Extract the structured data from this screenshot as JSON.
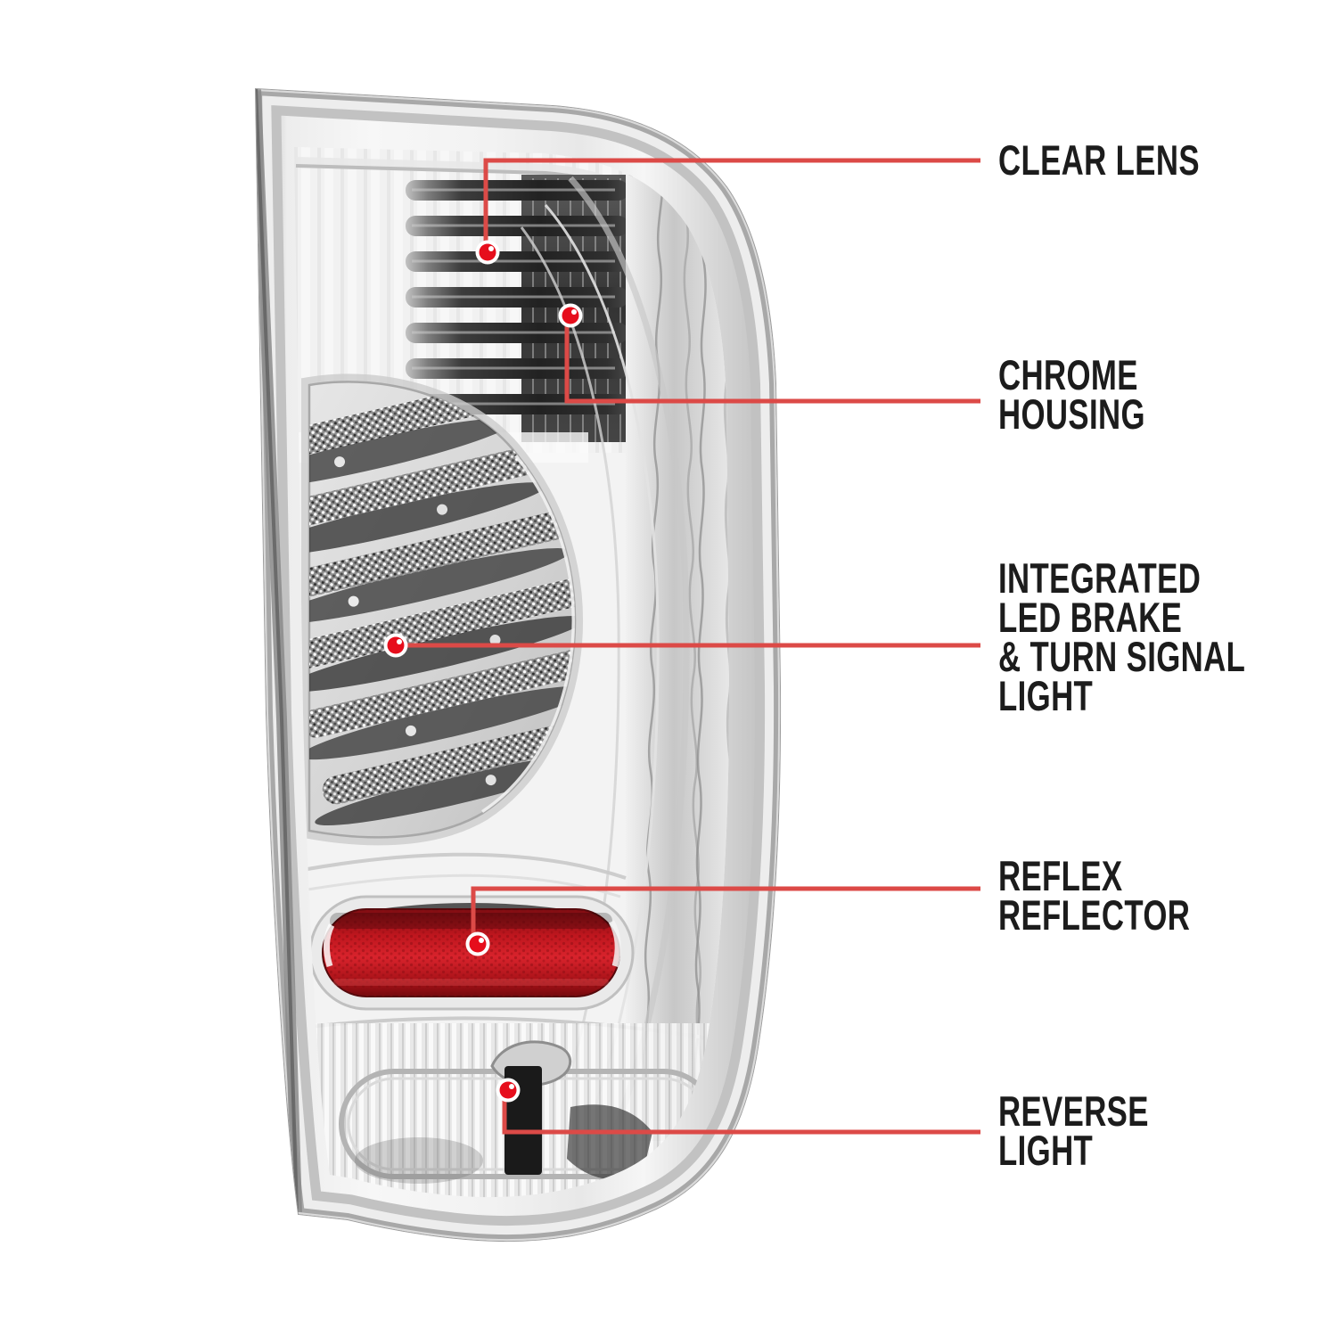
{
  "figure_type": "annotated-product-diagram",
  "callouts": [
    {
      "id": "clear-lens",
      "label": "CLEAR LENS"
    },
    {
      "id": "chrome-housing",
      "label": "CHROME HOUSING"
    },
    {
      "id": "led-brake-turn",
      "label": "INTEGRATED LED BRAKE\n& TURN SIGNAL LIGHT"
    },
    {
      "id": "reflex-reflector",
      "label": "REFLEX REFLECTOR"
    },
    {
      "id": "reverse-light",
      "label": "REVERSE LIGHT"
    }
  ],
  "style": {
    "background": "#ffffff",
    "leader_line_color": "#dc4a47",
    "marker_color": "#e60e1c",
    "marker_ring_color": "#ffffff",
    "label_color": "#1c1c1c",
    "reflector_red": "#c4161f"
  }
}
